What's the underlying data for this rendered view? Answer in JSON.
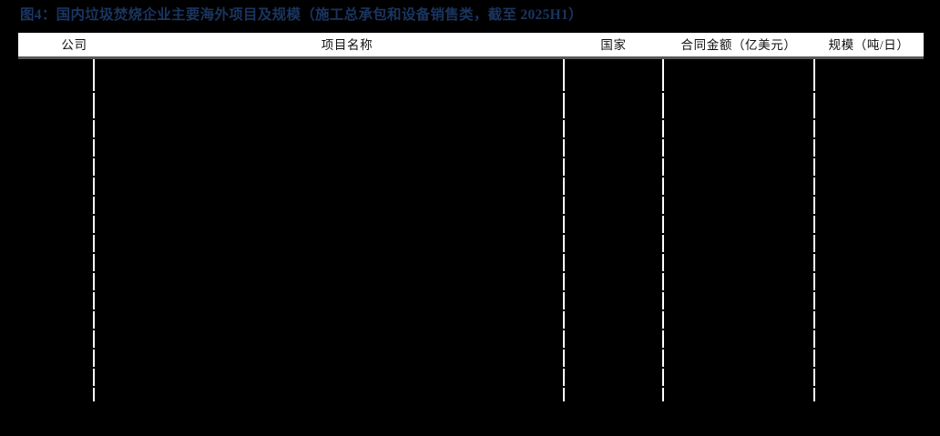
{
  "figure": {
    "title": "图4：国内垃圾焚烧企业主要海外项目及规模（施工总承包和设备销售类，截至 2025H1）",
    "title_color": "#1a3560",
    "background_color": "#000000",
    "header_background_color": "#ffffff",
    "header_rule_color": "#58585a",
    "divider_color": "#ffffff"
  },
  "table": {
    "columns": [
      {
        "key": "company",
        "label": "公司"
      },
      {
        "key": "project",
        "label": "项目名称"
      },
      {
        "key": "country",
        "label": "国家"
      },
      {
        "key": "amount",
        "label": "合同金额（亿美元）"
      },
      {
        "key": "scale",
        "label": "规模（吨/日）"
      }
    ],
    "rows": [
      {
        "company": "",
        "project": "",
        "country": "",
        "amount": "",
        "scale": ""
      },
      {
        "company": "",
        "project": "",
        "country": "",
        "amount": "",
        "scale": ""
      },
      {
        "company": "",
        "project": "",
        "country": "",
        "amount": "",
        "scale": ""
      },
      {
        "company": "",
        "project": "",
        "country": "",
        "amount": "",
        "scale": ""
      },
      {
        "company": "",
        "project": "",
        "country": "",
        "amount": "",
        "scale": ""
      },
      {
        "company": "",
        "project": "",
        "country": "",
        "amount": "",
        "scale": ""
      },
      {
        "company": "",
        "project": "",
        "country": "",
        "amount": "",
        "scale": ""
      },
      {
        "company": "",
        "project": "",
        "country": "",
        "amount": "",
        "scale": ""
      },
      {
        "company": "",
        "project": "",
        "country": "",
        "amount": "",
        "scale": ""
      },
      {
        "company": "",
        "project": "",
        "country": "",
        "amount": "",
        "scale": ""
      },
      {
        "company": "",
        "project": "",
        "country": "",
        "amount": "",
        "scale": ""
      },
      {
        "company": "",
        "project": "",
        "country": "",
        "amount": "",
        "scale": ""
      },
      {
        "company": "",
        "project": "",
        "country": "",
        "amount": "",
        "scale": ""
      },
      {
        "company": "",
        "project": "",
        "country": "",
        "amount": "",
        "scale": ""
      },
      {
        "company": "",
        "project": "",
        "country": "",
        "amount": "",
        "scale": ""
      },
      {
        "company": "",
        "project": "",
        "country": "",
        "amount": "",
        "scale": ""
      },
      {
        "company": "",
        "project": "",
        "country": "",
        "amount": "",
        "scale": ""
      },
      {
        "company": "",
        "project": "",
        "country": "",
        "amount": "",
        "scale": ""
      }
    ],
    "row_separator_offsets": [
      35,
      65,
      86,
      107,
      128,
      149,
      170,
      191,
      212,
      233,
      254,
      275,
      296,
      317,
      338,
      359,
      380
    ]
  }
}
